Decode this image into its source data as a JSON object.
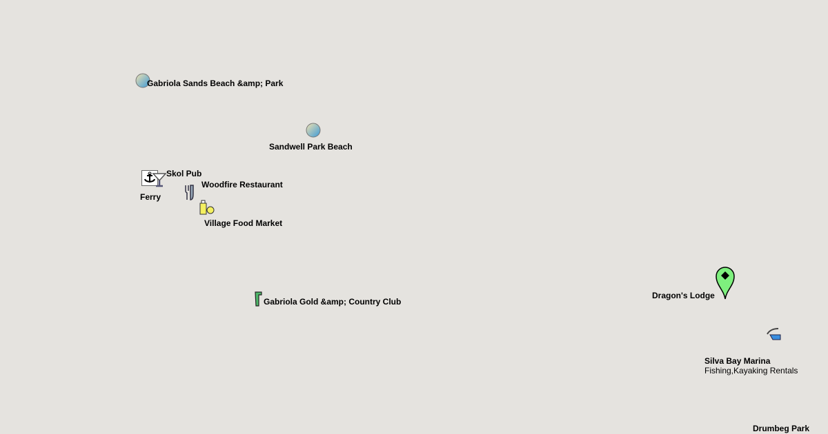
{
  "map": {
    "places": [
      {
        "name": "Gabriola Sands Beach &amp; Park",
        "icon": "beach-icon"
      },
      {
        "name": "Sandwell Park Beach",
        "icon": "beach-icon"
      },
      {
        "name": "Ferry",
        "icon": "anchor-icon"
      },
      {
        "name": "Skol Pub",
        "icon": "martini-icon"
      },
      {
        "name": "Woodfire Restaurant",
        "icon": "restaurant-icon"
      },
      {
        "name": "Village Food Market",
        "icon": "grocery-icon"
      },
      {
        "name": "Gabriola Gold &amp; Country Club",
        "icon": "golf-icon"
      },
      {
        "name": "Dragon's Lodge",
        "icon": "map-pin-icon",
        "pin_color": "#7ef07e"
      },
      {
        "name": "Silva Bay Marina",
        "description": "Fishing,Kayaking Rentals",
        "icon": "marina-icon"
      },
      {
        "name": "Drumbeg Park"
      }
    ]
  }
}
